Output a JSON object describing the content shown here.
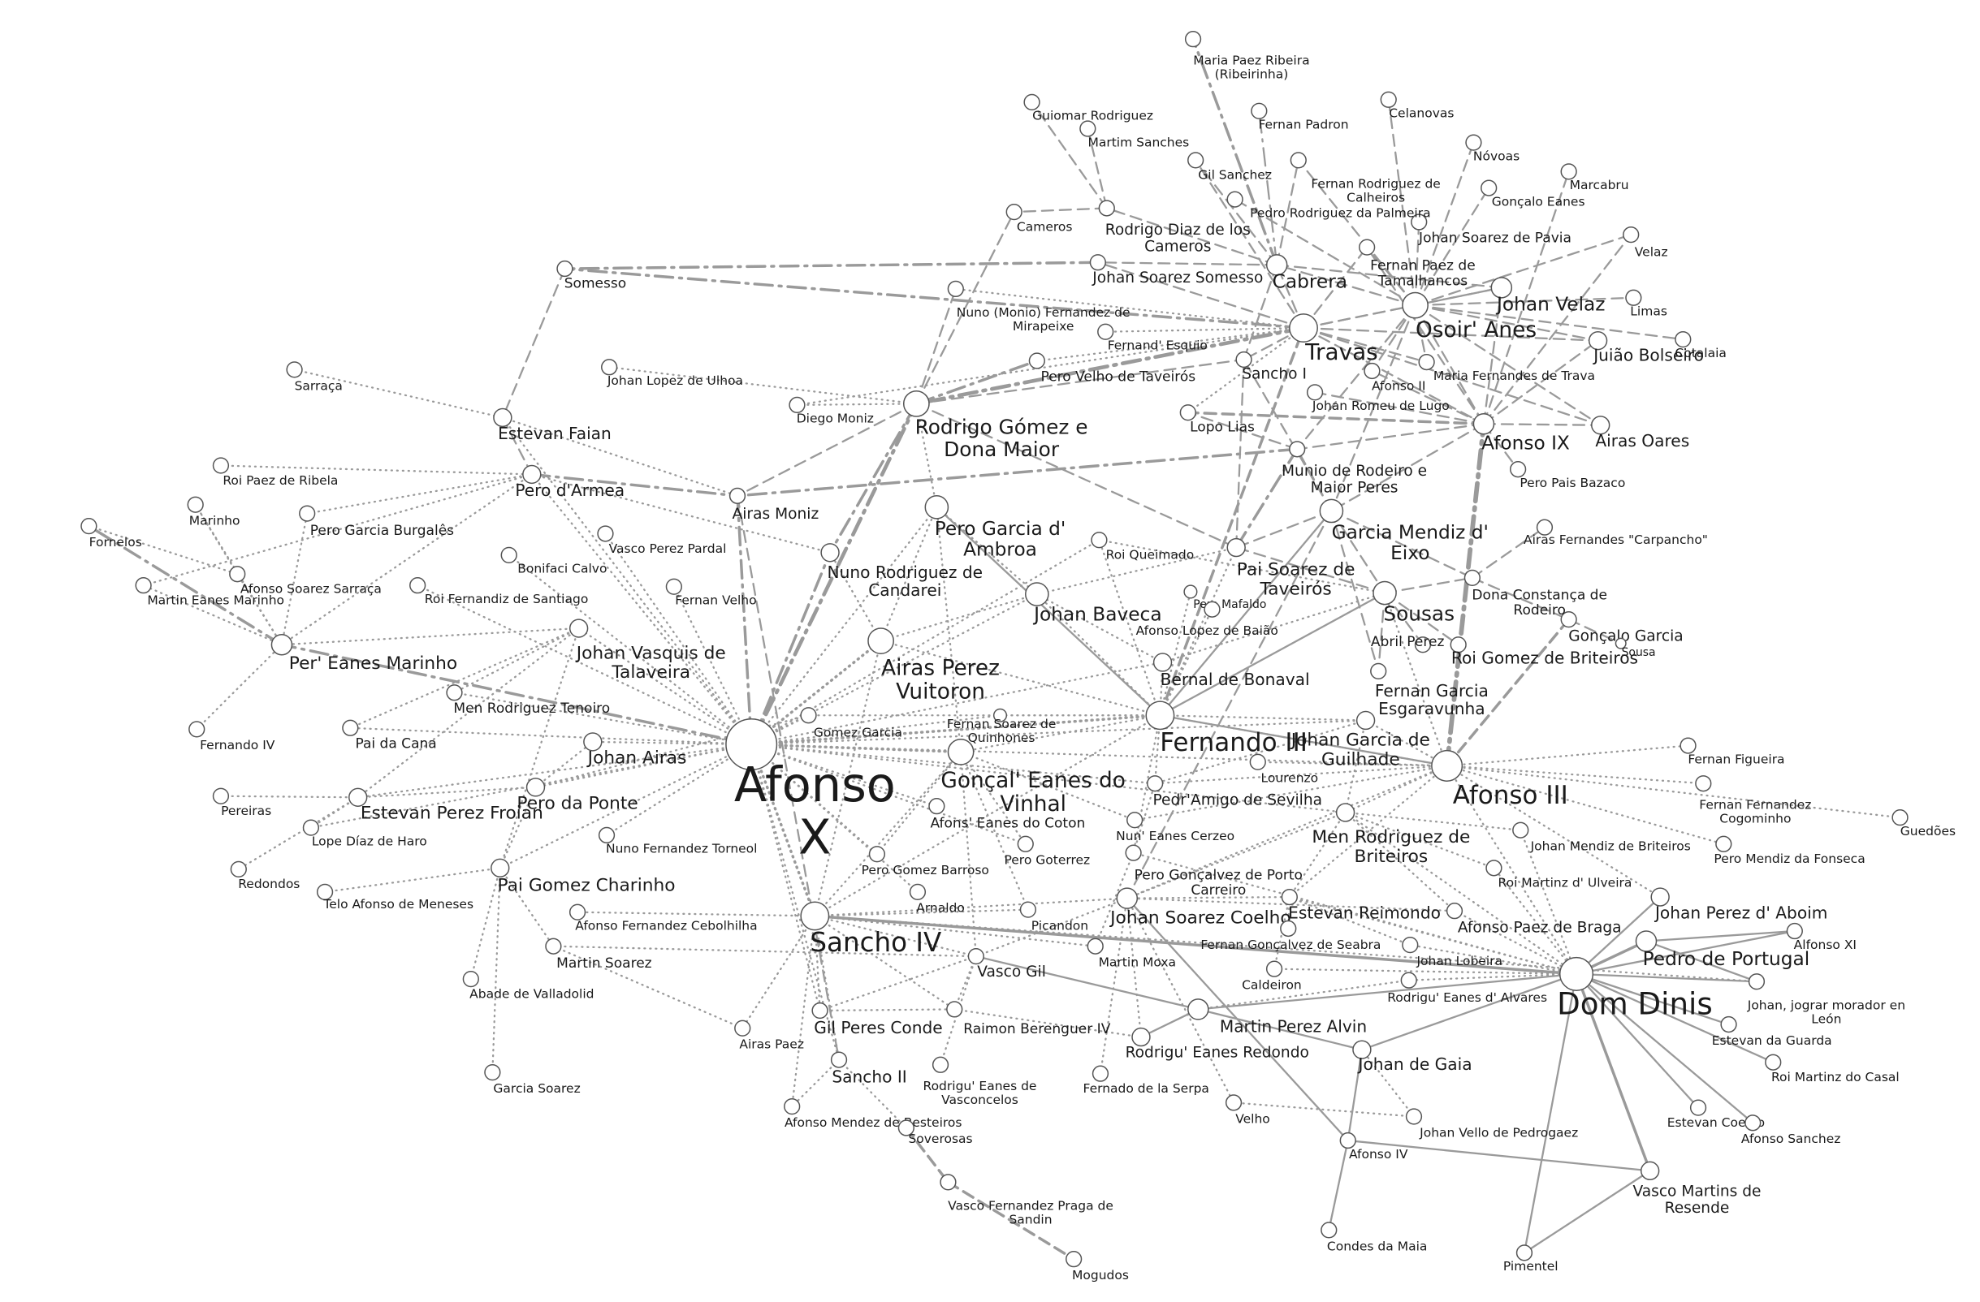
{
  "colors": {
    "edge": "#9a9a9a",
    "node_fill": "#ffffff",
    "node_stroke": "#555555",
    "text": "#1a1a1a"
  },
  "nodes": [
    {
      "id": "afonsox",
      "lines": [
        "Afonso",
        "X"
      ]
    },
    {
      "id": "sancho4",
      "lines": [
        "Sancho IV"
      ]
    },
    {
      "id": "dinis",
      "lines": [
        "Dom Dinis"
      ]
    },
    {
      "id": "afonso3",
      "lines": [
        "Afonso III"
      ]
    },
    {
      "id": "fernando3",
      "lines": [
        "Fernando III"
      ]
    },
    {
      "id": "travas",
      "lines": [
        "Travas"
      ]
    },
    {
      "id": "osoir",
      "lines": [
        "Osoir' Anes"
      ]
    },
    {
      "id": "rodrigo",
      "lines": [
        "Rodrigo Gómez e",
        "Dona Maior"
      ]
    },
    {
      "id": "airasperez",
      "lines": [
        "Airas Perez",
        "Vuitoron"
      ]
    },
    {
      "id": "goncal",
      "lines": [
        "Gonçal' Eanes do",
        "Vinhal"
      ]
    },
    {
      "id": "perpero",
      "lines": [
        "Pero Garcia d'",
        "Ambroa"
      ]
    },
    {
      "id": "baveca",
      "lines": [
        "Johan Baveca"
      ]
    },
    {
      "id": "garciamendiz",
      "lines": [
        "Garcia Mendiz d'",
        "Eixo"
      ]
    },
    {
      "id": "paisoarez",
      "lines": [
        "Pai Soarez de",
        "Taveirós"
      ]
    },
    {
      "id": "sousas",
      "lines": [
        "Sousas"
      ]
    },
    {
      "id": "cabrera",
      "lines": [
        "Cabrera"
      ]
    },
    {
      "id": "johanvelaz",
      "lines": [
        "Johan Velaz"
      ]
    },
    {
      "id": "afonso9",
      "lines": [
        "Afonso IX"
      ]
    },
    {
      "id": "airasoares",
      "lines": [
        "Airas Oares"
      ]
    },
    {
      "id": "juiaobolseiro",
      "lines": [
        "Juião Bolseiro"
      ]
    },
    {
      "id": "perpedro",
      "lines": [
        "Pedro de Portugal"
      ]
    },
    {
      "id": "perfernanes",
      "lines": [
        "Per' Eanes Marinho"
      ]
    },
    {
      "id": "johanvasquis",
      "lines": [
        "Johan Vasquis de",
        "Talaveira"
      ]
    },
    {
      "id": "johanairas",
      "lines": [
        "Johan Airas"
      ]
    },
    {
      "id": "perodaponte",
      "lines": [
        "Pero da Ponte"
      ]
    },
    {
      "id": "estevanfroian",
      "lines": [
        "Estevan Perez Froian"
      ]
    },
    {
      "id": "paigomez",
      "lines": [
        "Pai Gomez Charinho"
      ]
    },
    {
      "id": "perodarmea",
      "lines": [
        "Pero d'Armea"
      ]
    },
    {
      "id": "estevanfaian",
      "lines": [
        "Estevan Faian"
      ]
    },
    {
      "id": "airasmoniz",
      "lines": [
        "Airas Moniz"
      ]
    },
    {
      "id": "nunorodriguez",
      "lines": [
        "Nuno Rodriguez de",
        "Candarei"
      ]
    },
    {
      "id": "bernal",
      "lines": [
        "Bernal de Bonaval"
      ]
    },
    {
      "id": "johangarcia",
      "lines": [
        "Johan Garcia de",
        "Guilhade"
      ]
    },
    {
      "id": "menrodbrit",
      "lines": [
        "Men Rodriguez de",
        "Briteiros"
      ]
    },
    {
      "id": "johansoarezcoelho",
      "lines": [
        "Johan Soarez Coelho"
      ]
    },
    {
      "id": "estevanreimondo",
      "lines": [
        "Estevan Reimondo"
      ]
    },
    {
      "id": "martinperezalvin",
      "lines": [
        "Martin Perez Alvin"
      ]
    },
    {
      "id": "johandegaia",
      "lines": [
        "Johan de Gaia"
      ]
    },
    {
      "id": "vascogil",
      "lines": [
        "Vasco Gil"
      ]
    },
    {
      "id": "gilperes",
      "lines": [
        "Gil Peres Conde"
      ]
    },
    {
      "id": "sancho2",
      "lines": [
        "Sancho II"
      ]
    },
    {
      "id": "fernangarcia",
      "lines": [
        "Fernan Garcia",
        "Esgaravunha"
      ]
    },
    {
      "id": "roigomez",
      "lines": [
        "Roi Gomez de Briteiros"
      ]
    },
    {
      "id": "goncalogarcia",
      "lines": [
        "Gonçalo Garcia"
      ]
    },
    {
      "id": "donaconstanca",
      "lines": [
        "Dona Constança de",
        "Rodeiro"
      ]
    },
    {
      "id": "munio",
      "lines": [
        "Munio de Rodeiro e",
        "Maior Peres"
      ]
    },
    {
      "id": "lopolias",
      "lines": [
        "Lopo Lias"
      ]
    },
    {
      "id": "sancho1",
      "lines": [
        "Sancho I"
      ]
    },
    {
      "id": "johansomesso",
      "lines": [
        "Johan Soarez Somesso"
      ]
    },
    {
      "id": "rodrigodiaz",
      "lines": [
        "Rodrigo Diaz de los",
        "Cameros"
      ]
    },
    {
      "id": "somesso",
      "lines": [
        "Somesso"
      ]
    },
    {
      "id": "vascomartins",
      "lines": [
        "Vasco Martins de",
        "Resende"
      ]
    },
    {
      "id": "afonso4",
      "lines": [
        "Afonso IV"
      ]
    },
    {
      "id": "johanperezaboim",
      "lines": [
        "Johan Perez d' Aboim"
      ]
    },
    {
      "id": "afonsopaez",
      "lines": [
        "Afonso Paez de Braga"
      ]
    },
    {
      "id": "perogoncalvez",
      "lines": [
        "Pero Gonçalvez de Porto",
        "Carreiro"
      ]
    },
    {
      "id": "rodriguredondo",
      "lines": [
        "Rodrigu' Eanes Redondo"
      ]
    },
    {
      "id": "raimon",
      "lines": [
        "Raimon Berenguer IV"
      ]
    },
    {
      "id": "gomezgarcia",
      "lines": [
        "Gomez Garcia"
      ]
    },
    {
      "id": "menrodtenoiro",
      "lines": [
        "Men Rodriguez Tenoiro"
      ]
    },
    {
      "id": "fernansoarez",
      "lines": [
        "Fernan Soarez de",
        "Quinhones"
      ]
    },
    {
      "id": "afonseanes",
      "lines": [
        "Afons' Eanes do Coton"
      ]
    },
    {
      "id": "pedramigo",
      "lines": [
        "Pedr'Amigo de Sevilha"
      ]
    },
    {
      "id": "abrilperez",
      "lines": [
        "Abril Perez"
      ]
    },
    {
      "id": "fernanpaez",
      "lines": [
        "Fernan Paez de",
        "Tamalhancos"
      ]
    },
    {
      "id": "johansoarezpavia",
      "lines": [
        "Johan Soarez de Pavia"
      ]
    },
    {
      "id": "perovelho",
      "lines": [
        "Pero Velho de Taveirós"
      ]
    },
    {
      "id": "cameros",
      "lines": [
        "Cameros"
      ]
    },
    {
      "id": "nunomonio",
      "lines": [
        "Nuno (Monio) Fernandez de",
        "Mirapeixe"
      ]
    },
    {
      "id": "fernandesquio",
      "lines": [
        "Fernand' Esquio"
      ]
    },
    {
      "id": "afonso2",
      "lines": [
        "Afonso II"
      ]
    },
    {
      "id": "johanromeu",
      "lines": [
        "Johan Romeu de Lugo"
      ]
    },
    {
      "id": "mariafernandes",
      "lines": [
        "Maria Fernandes de Trava"
      ]
    },
    {
      "id": "gilsanchez",
      "lines": [
        "Gil Sanchez"
      ]
    },
    {
      "id": "pedropalmeira",
      "lines": [
        "Pedro Rodriguez da Palmeira"
      ]
    },
    {
      "id": "fernancalheiros",
      "lines": [
        "Fernan Rodriguez de",
        "Calheiros"
      ]
    },
    {
      "id": "fernanpadron",
      "lines": [
        "Fernan Padron"
      ]
    },
    {
      "id": "celanovas",
      "lines": [
        "Celanovas"
      ]
    },
    {
      "id": "novoas",
      "lines": [
        "Nóvoas"
      ]
    },
    {
      "id": "goncaloeanes",
      "lines": [
        "Gonçalo Eanes"
      ]
    },
    {
      "id": "marcabru",
      "lines": [
        "Marcabru"
      ]
    },
    {
      "id": "velaz",
      "lines": [
        "Velaz"
      ]
    },
    {
      "id": "limas",
      "lines": [
        "Limas"
      ]
    },
    {
      "id": "cotalaia",
      "lines": [
        "Cotalaia"
      ]
    },
    {
      "id": "mariapaez",
      "lines": [
        "Maria Paez Ribeira",
        "(Ribeirinha)"
      ]
    },
    {
      "id": "guiomar",
      "lines": [
        "Guiomar Rodriguez"
      ]
    },
    {
      "id": "martimsanches",
      "lines": [
        "Martim Sanches"
      ]
    },
    {
      "id": "peropais",
      "lines": [
        "Pero Pais Bazaco"
      ]
    },
    {
      "id": "airasfernandes",
      "lines": [
        "Airas Fernandes \"Carpancho\""
      ]
    },
    {
      "id": "roiqueimado",
      "lines": [
        "Roi Queimado"
      ]
    },
    {
      "id": "peromafaldo",
      "lines": [
        "Pero Mafaldo"
      ]
    },
    {
      "id": "afonsolopez",
      "lines": [
        "Afonso Lopez de Baião"
      ]
    },
    {
      "id": "sousa",
      "lines": [
        "Sousa"
      ]
    },
    {
      "id": "fernanfigueira",
      "lines": [
        "Fernan Figueira"
      ]
    },
    {
      "id": "fernanfernandez",
      "lines": [
        "Fernan Fernandez",
        "Cogominho"
      ]
    },
    {
      "id": "guedoes",
      "lines": [
        "Guedões"
      ]
    },
    {
      "id": "johanmendiz",
      "lines": [
        "Johan Mendiz de Briteiros"
      ]
    },
    {
      "id": "peromendiz",
      "lines": [
        "Pero Mendiz da Fonseca"
      ]
    },
    {
      "id": "roimartinzulveira",
      "lines": [
        "Roi Martinz d' Ulveira"
      ]
    },
    {
      "id": "lourenzo",
      "lines": [
        "Lourenzo"
      ]
    },
    {
      "id": "nuneanes",
      "lines": [
        "Nun' Eanes Cerzeo"
      ]
    },
    {
      "id": "perogoterrez",
      "lines": [
        "Pero Goterrez"
      ]
    },
    {
      "id": "perogomezbarroso",
      "lines": [
        "Pero Gomez Barroso"
      ]
    },
    {
      "id": "arnaldo",
      "lines": [
        "Arnaldo"
      ]
    },
    {
      "id": "picandon",
      "lines": [
        "Picandon"
      ]
    },
    {
      "id": "martinmoxa",
      "lines": [
        "Martin Moxa"
      ]
    },
    {
      "id": "fernangoncalvez",
      "lines": [
        "Fernan Gonçalvez de Seabra"
      ]
    },
    {
      "id": "caldeiron",
      "lines": [
        "Caldeiron"
      ]
    },
    {
      "id": "johanlobeira",
      "lines": [
        "Johan Lobeira"
      ]
    },
    {
      "id": "rodrigualvares",
      "lines": [
        "Rodrigu' Eanes d' Alvares"
      ]
    },
    {
      "id": "alfonso11",
      "lines": [
        "Alfonso XI"
      ]
    },
    {
      "id": "johanjograr",
      "lines": [
        "Johan, jograr morador en",
        "León"
      ]
    },
    {
      "id": "estevanguarda",
      "lines": [
        "Estevan da Guarda"
      ]
    },
    {
      "id": "roimartinzcasal",
      "lines": [
        "Roi Martinz do Casal"
      ]
    },
    {
      "id": "estevancoelho",
      "lines": [
        "Estevan Coelho"
      ]
    },
    {
      "id": "afonsosanchez",
      "lines": [
        "Afonso Sanchez"
      ]
    },
    {
      "id": "pimentel",
      "lines": [
        "Pimentel"
      ]
    },
    {
      "id": "condesmaia",
      "lines": [
        "Condes da Maia"
      ]
    },
    {
      "id": "johanvello",
      "lines": [
        "Johan Vello de Pedrogaez"
      ]
    },
    {
      "id": "velho",
      "lines": [
        "Velho"
      ]
    },
    {
      "id": "fernadoserpa",
      "lines": [
        "Fernado de la Serpa"
      ]
    },
    {
      "id": "rodriguvasconcelos",
      "lines": [
        "Rodrigu' Eanes de",
        "Vasconcelos"
      ]
    },
    {
      "id": "afonsomendez",
      "lines": [
        "Afonso Mendez de Besteiros"
      ]
    },
    {
      "id": "soverosas",
      "lines": [
        "Soverosas"
      ]
    },
    {
      "id": "vascopraga",
      "lines": [
        "Vasco Fernandez Praga de",
        "Sandin"
      ]
    },
    {
      "id": "mogudos",
      "lines": [
        "Mogudos"
      ]
    },
    {
      "id": "airaspaez",
      "lines": [
        "Airas Paez"
      ]
    },
    {
      "id": "garciasoarez",
      "lines": [
        "Garcia Soarez"
      ]
    },
    {
      "id": "abadevalladolid",
      "lines": [
        "Abade de Valladolid"
      ]
    },
    {
      "id": "martinsoarez",
      "lines": [
        "Martin Soarez"
      ]
    },
    {
      "id": "afonsofernandez",
      "lines": [
        "Afonso Fernandez Cebolhilha"
      ]
    },
    {
      "id": "teloafonso",
      "lines": [
        "Telo Afonso de Meneses"
      ]
    },
    {
      "id": "redondos",
      "lines": [
        "Redondos"
      ]
    },
    {
      "id": "lopediaz",
      "lines": [
        "Lope Díaz de Haro"
      ]
    },
    {
      "id": "pereiras",
      "lines": [
        "Pereiras"
      ]
    },
    {
      "id": "fernando4",
      "lines": [
        "Fernando IV"
      ]
    },
    {
      "id": "paidacana",
      "lines": [
        "Pai da Cana"
      ]
    },
    {
      "id": "nunofernandez",
      "lines": [
        "Nuno Fernandez Torneol"
      ]
    },
    {
      "id": "martineanes",
      "lines": [
        "Martin Eanes Marinho"
      ]
    },
    {
      "id": "afonsosoarez",
      "lines": [
        "Afonso Soarez Sarraça"
      ]
    },
    {
      "id": "marinho",
      "lines": [
        "Marinho"
      ]
    },
    {
      "id": "fornelos",
      "lines": [
        "Fornelos"
      ]
    },
    {
      "id": "roipaez",
      "lines": [
        "Roi Paez de Ribela"
      ]
    },
    {
      "id": "perogarciaburgales",
      "lines": [
        "Pero Garcia Burgalês"
      ]
    },
    {
      "id": "sarraca",
      "lines": [
        "Sarraça"
      ]
    },
    {
      "id": "bonifaci",
      "lines": [
        "Bonifaci Calvo"
      ]
    },
    {
      "id": "roifernandiz",
      "lines": [
        "Roi Fernandiz de Santiago"
      ]
    },
    {
      "id": "vascoperezpardal",
      "lines": [
        "Vasco Perez Pardal"
      ]
    },
    {
      "id": "fernanvelho",
      "lines": [
        "Fernan Velho"
      ]
    },
    {
      "id": "diegomoniz",
      "lines": [
        "Diego Moniz"
      ]
    },
    {
      "id": "johanlopez",
      "lines": [
        "Johan Lopez de Ulhoa"
      ]
    }
  ]
}
